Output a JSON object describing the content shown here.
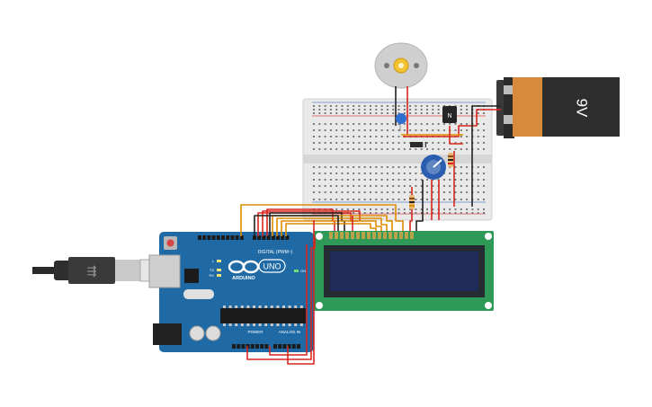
{
  "battery": {
    "label": "9V"
  },
  "transistor": {
    "label": "N"
  },
  "arduino": {
    "logo_text": "ARDUINO",
    "model": "UNO",
    "digital_header": "DIGITAL (PWM~)",
    "power_header": "POWER",
    "analog_header": "ANALOG IN",
    "led_tx": "TX",
    "led_rx": "RX",
    "led_l": "L",
    "led_on": "ON"
  },
  "colors": {
    "wire_red": "#d7261e",
    "wire_orange": "#e08c00",
    "wire_dark": "#222222",
    "arduino_board": "#1f6aa5",
    "lcd_board": "#2f9a57",
    "lcd_screen": "#1f2b58",
    "battery_body": "#d68a3a",
    "battery_cap": "#2b2b2b",
    "pot_knob": "#2a5db0",
    "breadboard": "#e9e9e9"
  }
}
